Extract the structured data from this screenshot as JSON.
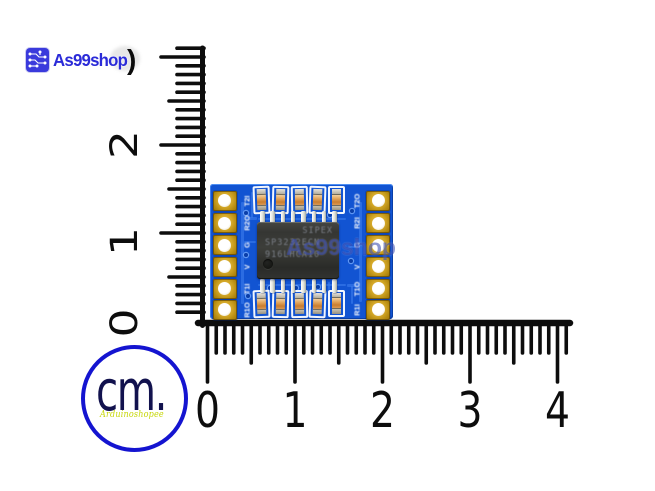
{
  "brand": {
    "name": "As99shop",
    "paren": ")",
    "icon": "circuit-icon",
    "text_color": "#2b2bd8"
  },
  "watermark": {
    "text": "As99shop"
  },
  "ruler": {
    "color": "#0d0d0d",
    "horizontal_numbers": [
      "0",
      "1",
      "2",
      "3",
      "4"
    ],
    "vertical_numbers": [
      "2",
      "1",
      "0"
    ]
  },
  "badge": {
    "unit_text": "cm.",
    "brand_text": "Arduinoshopee",
    "circle_color": "#1414d0",
    "unit_color": "#12124e",
    "brand_color": "#c2d308"
  },
  "board": {
    "pcb_color": "#1254d2",
    "pad_color": "#d2a62c",
    "left_pad_labels": [
      "T2I",
      "R2O",
      "G",
      "V",
      "T1I",
      "R1O"
    ],
    "right_pad_labels": [
      "T2O",
      "R2I",
      "G",
      "V",
      "T1O",
      "R1I"
    ],
    "top_smd_count": 5,
    "bottom_smd_count": 5,
    "chip": {
      "brand": "SIPEX",
      "part": "SP3232ECN",
      "lot": "916LHCA10",
      "pins_per_side": 8,
      "body_color": "#333431"
    }
  }
}
